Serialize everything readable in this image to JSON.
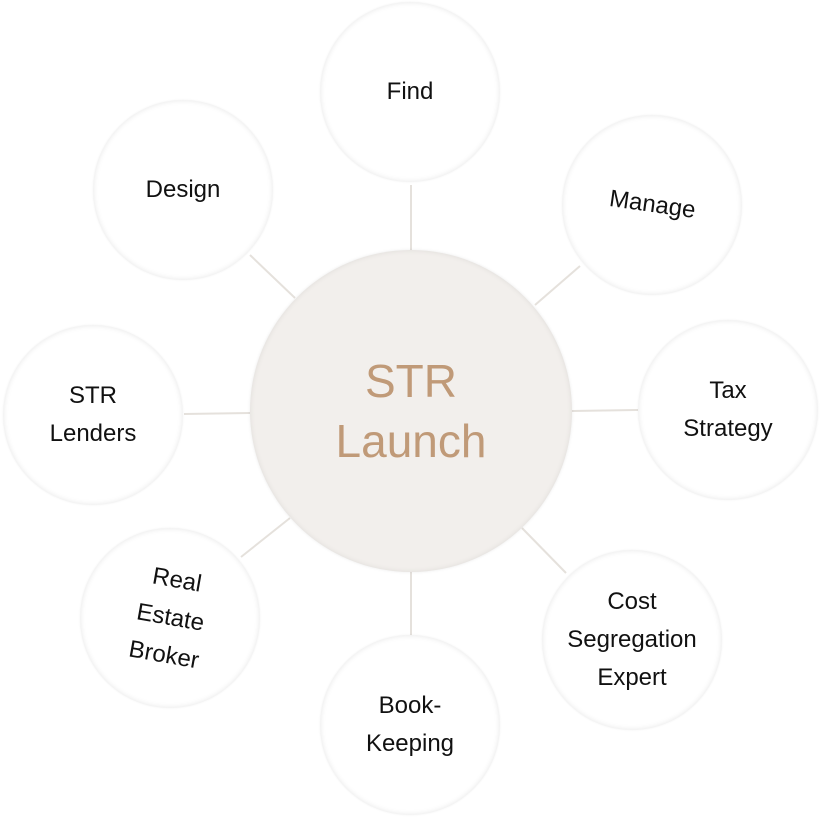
{
  "center": {
    "label": "STR\nLaunch"
  },
  "nodes": [
    {
      "id": "find",
      "label": "Find"
    },
    {
      "id": "manage",
      "label": "Manage"
    },
    {
      "id": "tax-strategy",
      "label": "Tax\nStrategy"
    },
    {
      "id": "cost-segregation",
      "label": "Cost\nSegregation\nExpert"
    },
    {
      "id": "book-keeping",
      "label": "Book-\nKeeping"
    },
    {
      "id": "real-estate-broker",
      "label": "Real\nEstate\nBroker"
    },
    {
      "id": "str-lenders",
      "label": "STR\nLenders"
    },
    {
      "id": "design",
      "label": "Design"
    }
  ],
  "colors": {
    "accent": "#c09a78",
    "center_fill": "#f2efec",
    "connector": "#e5e1dc"
  }
}
